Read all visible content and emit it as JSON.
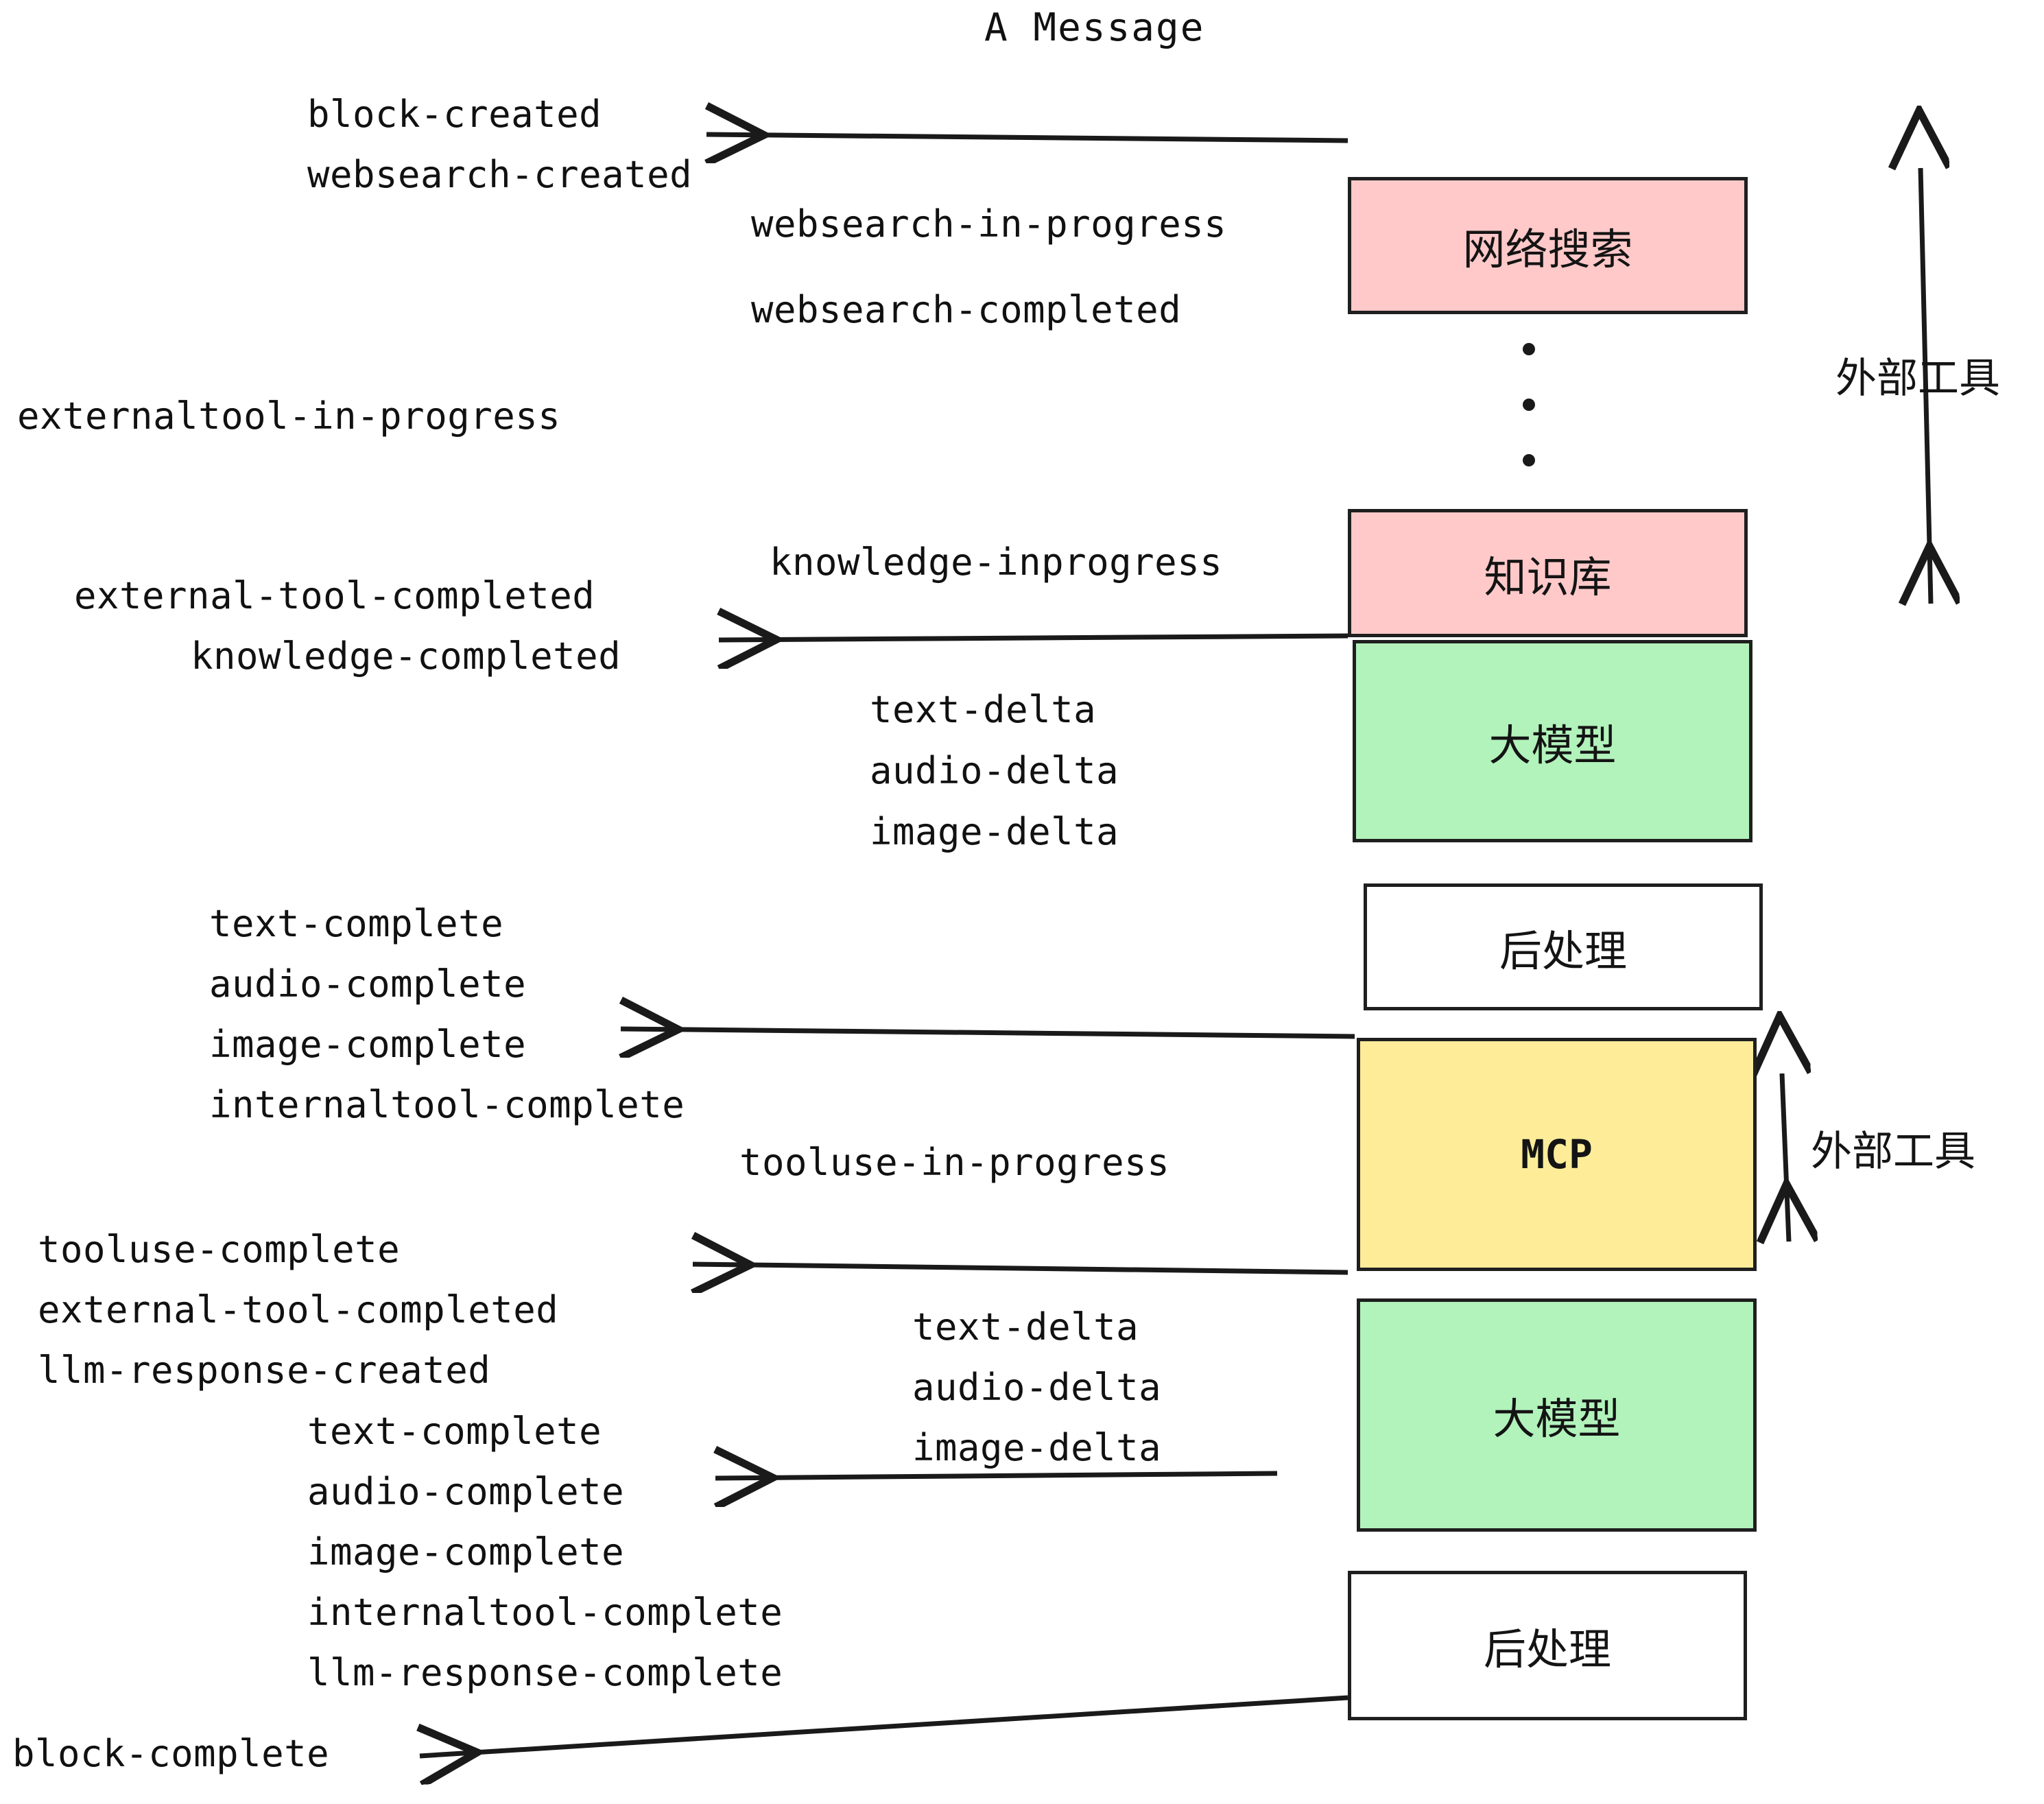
{
  "diagram": {
    "title": "A Message",
    "background": "#ffffff",
    "stroke_color": "#1f1f1f",
    "colors": {
      "pink": "#FFC9C9",
      "green": "#B2F2BB",
      "yellow": "#FFEC99",
      "white": "#FFFFFF",
      "line": "#1a1a1a",
      "text": "#111111"
    }
  },
  "boxes": [
    {
      "id": "websearch",
      "label": "网络搜索",
      "fill": "#FFC9C9"
    },
    {
      "id": "knowledge",
      "label": "知识库",
      "fill": "#FFC9C9"
    },
    {
      "id": "llm-1",
      "label": "大模型",
      "fill": "#B2F2BB"
    },
    {
      "id": "postprocess-1",
      "label": "后处理",
      "fill": "#FFFFFF"
    },
    {
      "id": "mcp",
      "label": "MCP",
      "fill": "#FFEC99"
    },
    {
      "id": "llm-2",
      "label": "大模型",
      "fill": "#B2F2BB"
    },
    {
      "id": "postprocess-2",
      "label": "后处理",
      "fill": "#FFFFFF"
    }
  ],
  "side_labels": [
    {
      "id": "external-tool-top",
      "text": "外部工具"
    },
    {
      "id": "external-tool-bottom",
      "text": "外部工具"
    }
  ],
  "events": {
    "block_created": "block-created",
    "websearch_created": "websearch-created",
    "websearch_in_progress": "websearch-in-progress",
    "websearch_completed": "websearch-completed",
    "externaltool_in_progress": "externaltool-in-progress",
    "knowledge_inprogress": "knowledge-inprogress",
    "external_tool_completed_1": "external-tool-completed",
    "knowledge_completed": "knowledge-completed",
    "text_delta_1": "text-delta",
    "audio_delta_1": "audio-delta",
    "image_delta_1": "image-delta",
    "text_complete_1": "text-complete",
    "audio_complete_1": "audio-complete",
    "image_complete_1": "image-complete",
    "internaltool_complete_1": "internaltool-complete",
    "tooluse_in_progress": "tooluse-in-progress",
    "tooluse_complete": "tooluse-complete",
    "external_tool_completed_2": "external-tool-completed",
    "llm_response_created": "llm-response-created",
    "text_delta_2": "text-delta",
    "audio_delta_2": "audio-delta",
    "image_delta_2": "image-delta",
    "text_complete_2": "text-complete",
    "audio_complete_2": "audio-complete",
    "image_complete_2": "image-complete",
    "internaltool_complete_2": "internaltool-complete",
    "llm_response_complete": "llm-response-complete",
    "block_complete": "block-complete"
  }
}
